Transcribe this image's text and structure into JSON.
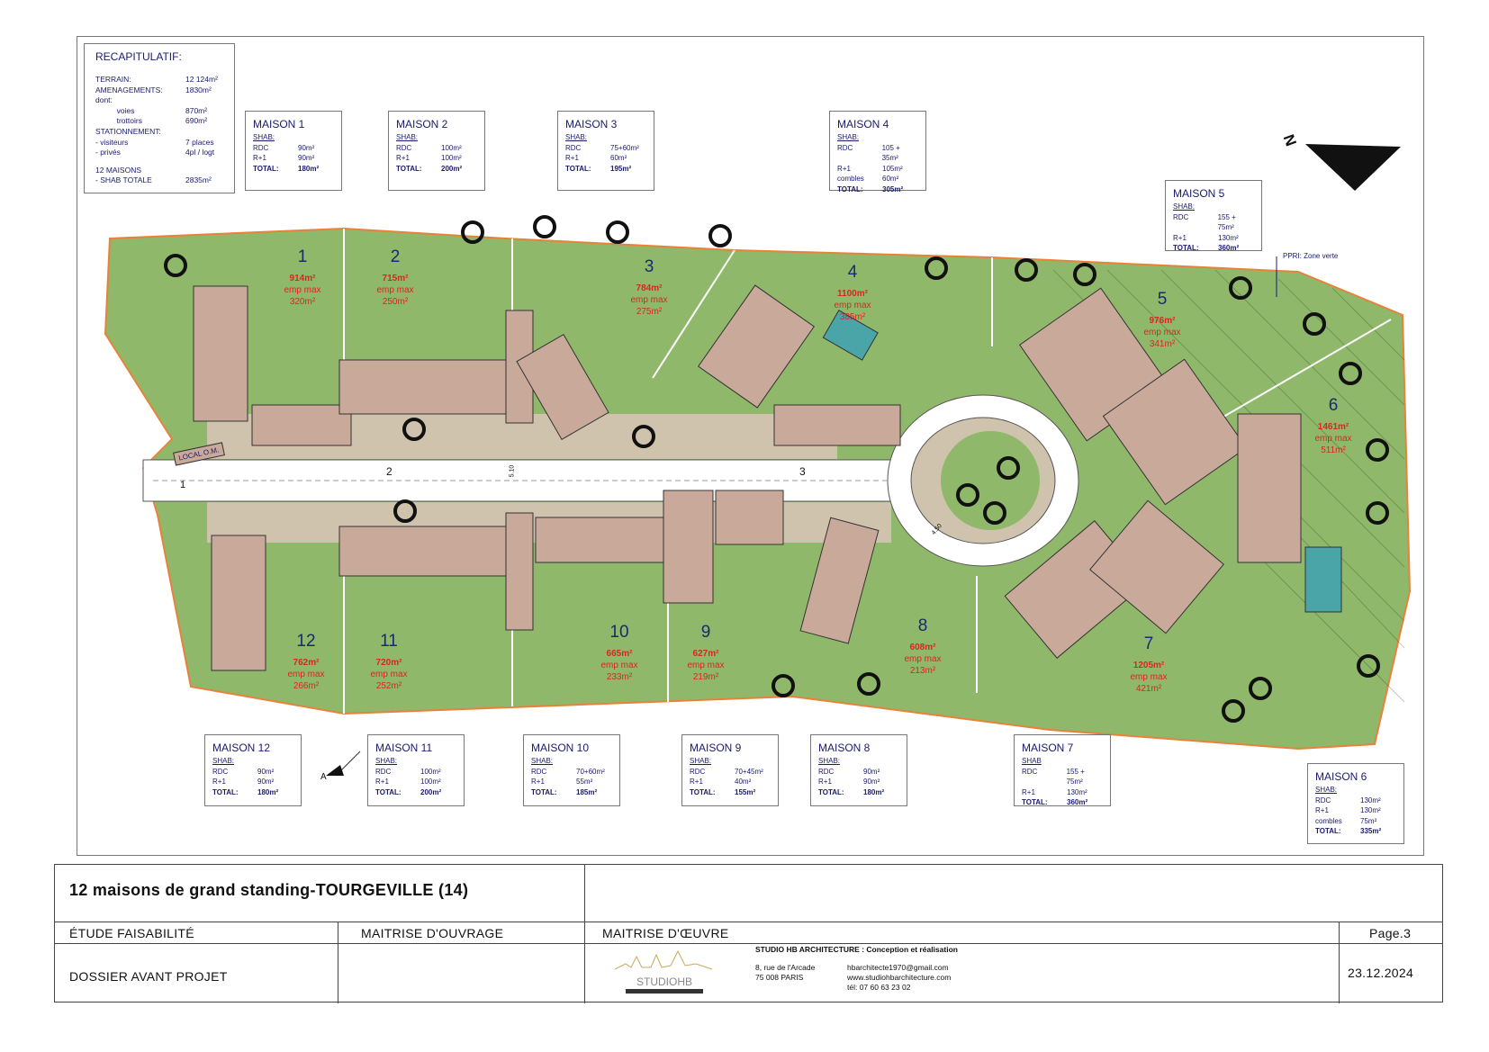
{
  "recap": {
    "title": "RECAPITULATIF:",
    "rows": [
      [
        "TERRAIN:",
        "12 124m²"
      ],
      [
        "AMENAGEMENTS:",
        "1830m²"
      ],
      [
        "dont:",
        ""
      ],
      [
        "          voies",
        "870m²"
      ],
      [
        "          trottoirs",
        "690m²"
      ],
      [
        "STATIONNEMENT:",
        ""
      ],
      [
        "- visiteurs",
        "7 places"
      ],
      [
        "- privés",
        "4pl / logt"
      ],
      [
        "",
        ""
      ],
      [
        "12 MAISONS",
        ""
      ],
      [
        "- SHAB TOTALE",
        "2835m²"
      ]
    ]
  },
  "houses": [
    {
      "title": "MAISON 1",
      "shab": "SHAB:",
      "rows": [
        [
          "RDC",
          "90m²"
        ],
        [
          "R+1",
          "90m²"
        ]
      ],
      "total": [
        "TOTAL:",
        "180m²"
      ]
    },
    {
      "title": "MAISON 2",
      "shab": "SHAB:",
      "rows": [
        [
          "RDC",
          "100m²"
        ],
        [
          "R+1",
          "100m²"
        ]
      ],
      "total": [
        "TOTAL:",
        "200m²"
      ]
    },
    {
      "title": "MAISON 3",
      "shab": "SHAB:",
      "rows": [
        [
          "RDC",
          "75+60m²"
        ],
        [
          "R+1",
          "60m²"
        ]
      ],
      "total": [
        "TOTAL:",
        "195m²"
      ]
    },
    {
      "title": "MAISON 4",
      "shab": "SHAB:",
      "rows": [
        [
          "RDC",
          "105 + 35m²"
        ],
        [
          "R+1",
          "105m²"
        ],
        [
          "combles",
          "60m²"
        ]
      ],
      "total": [
        "TOTAL:",
        "305m²"
      ]
    },
    {
      "title": "MAISON 5",
      "shab": "SHAB:",
      "rows": [
        [
          "RDC",
          "155 + 75m²"
        ],
        [
          "R+1",
          "130m²"
        ]
      ],
      "total": [
        "TOTAL:",
        "360m²"
      ]
    },
    {
      "title": "MAISON 6",
      "shab": "SHAB:",
      "rows": [
        [
          "RDC",
          "130m²"
        ],
        [
          "R+1",
          "130m²"
        ],
        [
          "combles",
          "75m²"
        ]
      ],
      "total": [
        "TOTAL:",
        "335m²"
      ]
    },
    {
      "title": "MAISON 7",
      "shab": "SHAB",
      "rows": [
        [
          "RDC",
          "155 + 75m²"
        ],
        [
          "R+1",
          "130m²"
        ]
      ],
      "total": [
        "TOTAL:",
        "360m²"
      ]
    },
    {
      "title": "MAISON 8",
      "shab": "SHAB:",
      "rows": [
        [
          "RDC",
          "90m²"
        ],
        [
          "R+1",
          "90m²"
        ]
      ],
      "total": [
        "TOTAL:",
        "180m²"
      ]
    },
    {
      "title": "MAISON 9",
      "shab": "SHAB:",
      "rows": [
        [
          "RDC",
          "70+45m²"
        ],
        [
          "R+1",
          "40m²"
        ]
      ],
      "total": [
        "TOTAL:",
        "155m²"
      ]
    },
    {
      "title": "MAISON 10",
      "shab": "SHAB:",
      "rows": [
        [
          "RDC",
          "70+60m²"
        ],
        [
          "R+1",
          "55m²"
        ]
      ],
      "total": [
        "TOTAL:",
        "185m²"
      ]
    },
    {
      "title": "MAISON 11",
      "shab": "SHAB:",
      "rows": [
        [
          "RDC",
          "100m²"
        ],
        [
          "R+1",
          "100m²"
        ]
      ],
      "total": [
        "TOTAL:",
        "200m²"
      ]
    },
    {
      "title": "MAISON 12",
      "shab": "SHAB:",
      "rows": [
        [
          "RDC",
          "90m²"
        ],
        [
          "R+1",
          "90m²"
        ]
      ],
      "total": [
        "TOTAL:",
        "180m²"
      ]
    }
  ],
  "lots": [
    {
      "num": "1",
      "area": "914m²",
      "emp": "emp max",
      "emp_area": "320m²"
    },
    {
      "num": "2",
      "area": "715m²",
      "emp": "emp max",
      "emp_area": "250m²"
    },
    {
      "num": "3",
      "area": "784m²",
      "emp": "emp max",
      "emp_area": "275m²"
    },
    {
      "num": "4",
      "area": "1100m²",
      "emp": "emp max",
      "emp_area": "385m²"
    },
    {
      "num": "5",
      "area": "976m²",
      "emp": "emp max",
      "emp_area": "341m²"
    },
    {
      "num": "6",
      "area": "1461m²",
      "emp": "emp max",
      "emp_area": "511m²"
    },
    {
      "num": "7",
      "area": "1205m²",
      "emp": "emp max",
      "emp_area": "421m²"
    },
    {
      "num": "8",
      "area": "608m²",
      "emp": "emp max",
      "emp_area": "213m²"
    },
    {
      "num": "9",
      "area": "627m²",
      "emp": "emp max",
      "emp_area": "219m²"
    },
    {
      "num": "10",
      "area": "665m²",
      "emp": "emp max",
      "emp_area": "233m²"
    },
    {
      "num": "11",
      "area": "720m²",
      "emp": "emp max",
      "emp_area": "252m²"
    },
    {
      "num": "12",
      "area": "762m²",
      "emp": "emp max",
      "emp_area": "266m²"
    }
  ],
  "plan_labels": {
    "local_om": "LOCAL O.M.",
    "ppri": "PPRI: Zone verte",
    "north": "N",
    "section": "A",
    "road_marks": [
      "1",
      "2",
      "3"
    ],
    "road_widths": [
      "5.10",
      "4.50"
    ]
  },
  "colors": {
    "lawn": "#8fb86a",
    "building": "#c9a99a",
    "road": "#ffffff",
    "paving": "#cfc3ad",
    "pool": "#4aa5a8",
    "boundary": "#e8823a",
    "text": "#1a1a6e",
    "lot_area": "#d6281e"
  },
  "title_block": {
    "project": "12 maisons de grand standing-TOURGEVILLE (14)",
    "phase": "ÉTUDE FAISABILITÉ",
    "owner_label": "MAITRISE D'OUVRAGE",
    "architect_label": "MAITRISE D'ŒUVRE",
    "page": "Page.3",
    "document": "DOSSIER AVANT PROJET",
    "date": "23.12.2024",
    "studio_line": "STUDIO HB ARCHITECTURE : Conception et réalisation",
    "address1": "8, rue de l'Arcade",
    "address2": "75 008 PARIS",
    "email": "hbarchitecte1970@gmail.com",
    "website": "www.studiohbarchitecture.com",
    "phone": "tél: 07 60 63 23 02",
    "logo_text": "STUDIOHB"
  }
}
